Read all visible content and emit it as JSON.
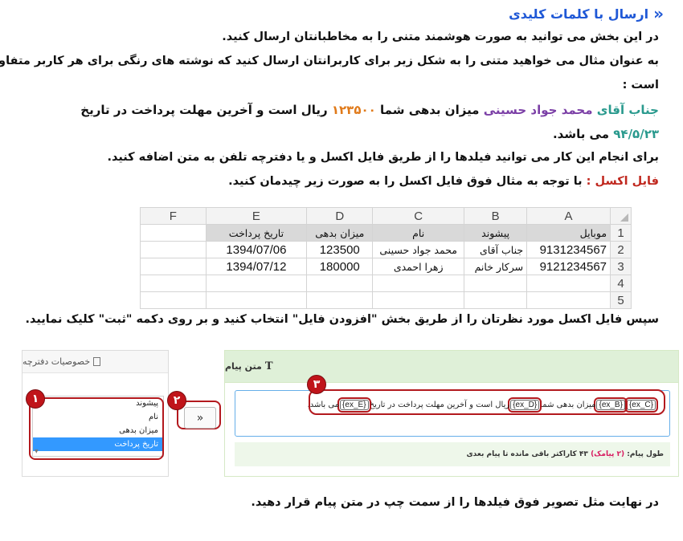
{
  "heading": {
    "icon": "double-chevron-left-icon",
    "title": "ارسال با کلمات کلیدی"
  },
  "paragraphs": {
    "p1": "در این بخش می توانید به صورت هوشمند متنی را به مخاطبانتان ارسال کنید.",
    "p2a": "به عنوان مثال می خواهید متنی را به شکل زیر برای کاربرانتان ارسال کنید که  نوشته های رنگی برای هر کاربر متفاوت",
    "p2b": "است :",
    "example": {
      "w1": "جناب آقای",
      "w2": "محمد جواد حسینی",
      "w3": "میزان بدهی شما",
      "w4": "۱۲۳۵۰۰",
      "w5": "ریال است و آخرین مهلت پرداخت در تاریخ",
      "date": "۹۴/۵/۲۳",
      "end": "می باشد."
    },
    "p3": "برای انجام این کار می توانید فیلدها را از طریق فایل اکسل و یا دفترچه تلفن به متن اضافه کنید.",
    "p4_label": "فایل اکسل :",
    "p4_text": "با توجه به مثال فوق فایل اکسل را به صورت زیر چیدمان کنید.",
    "p5": "سپس فایل اکسل مورد نظرتان را از طریق بخش \"افزودن فایل\" انتخاب کنید و بر روی دکمه \"ثبت\" کلیک نمایید.",
    "p6": "در نهایت مثل تصویر فوق فیلدها را از سمت چپ در متن پیام قرار دهید."
  },
  "sheet": {
    "col_letters": [
      "F",
      "E",
      "D",
      "C",
      "B",
      "A"
    ],
    "row_numbers": [
      "1",
      "2",
      "3",
      "4",
      "5"
    ],
    "headers": {
      "a": "موبایل",
      "b": "پیشوند",
      "c": "نام",
      "d": "میزان بدهی",
      "e": "تاریخ پرداخت"
    },
    "rows": [
      {
        "a": "9131234567",
        "b": "جناب آقای",
        "c": "محمد جواد حسینی",
        "d": "123500",
        "e": "1394/07/06"
      },
      {
        "a": "9121234567",
        "b": "سرکار خانم",
        "c": "زهرا احمدی",
        "d": "180000",
        "e": "1394/07/12"
      }
    ]
  },
  "left_panel": {
    "title": "خصوصیات دفترچه",
    "icon": "document-icon",
    "items": [
      "پیشوند",
      "نام",
      "میزان بدهی",
      "تاریخ پرداخت"
    ],
    "selected_index": 3
  },
  "insert_button": {
    "label": "»"
  },
  "badges": {
    "b1": "۱",
    "b2": "۲",
    "b3": "۳"
  },
  "right_panel": {
    "title": "متن پیام",
    "icon": "text-format-icon",
    "tag_c": "{ex_C}",
    "tag_b": "{ex_B}",
    "text1": "میزان بدهی شما",
    "tag_d": "{ex_D}",
    "text2": "ریال است و آخرین مهلت پرداخت در تاریخ",
    "tag_e": "{ex_E}",
    "text3": "می باشد.",
    "footer_label": "طول پیام:",
    "footer_count": "(۲ پیامک)",
    "footer_rest": "۴۳ کاراکتر باقی مانده تا پیام بعدی"
  }
}
